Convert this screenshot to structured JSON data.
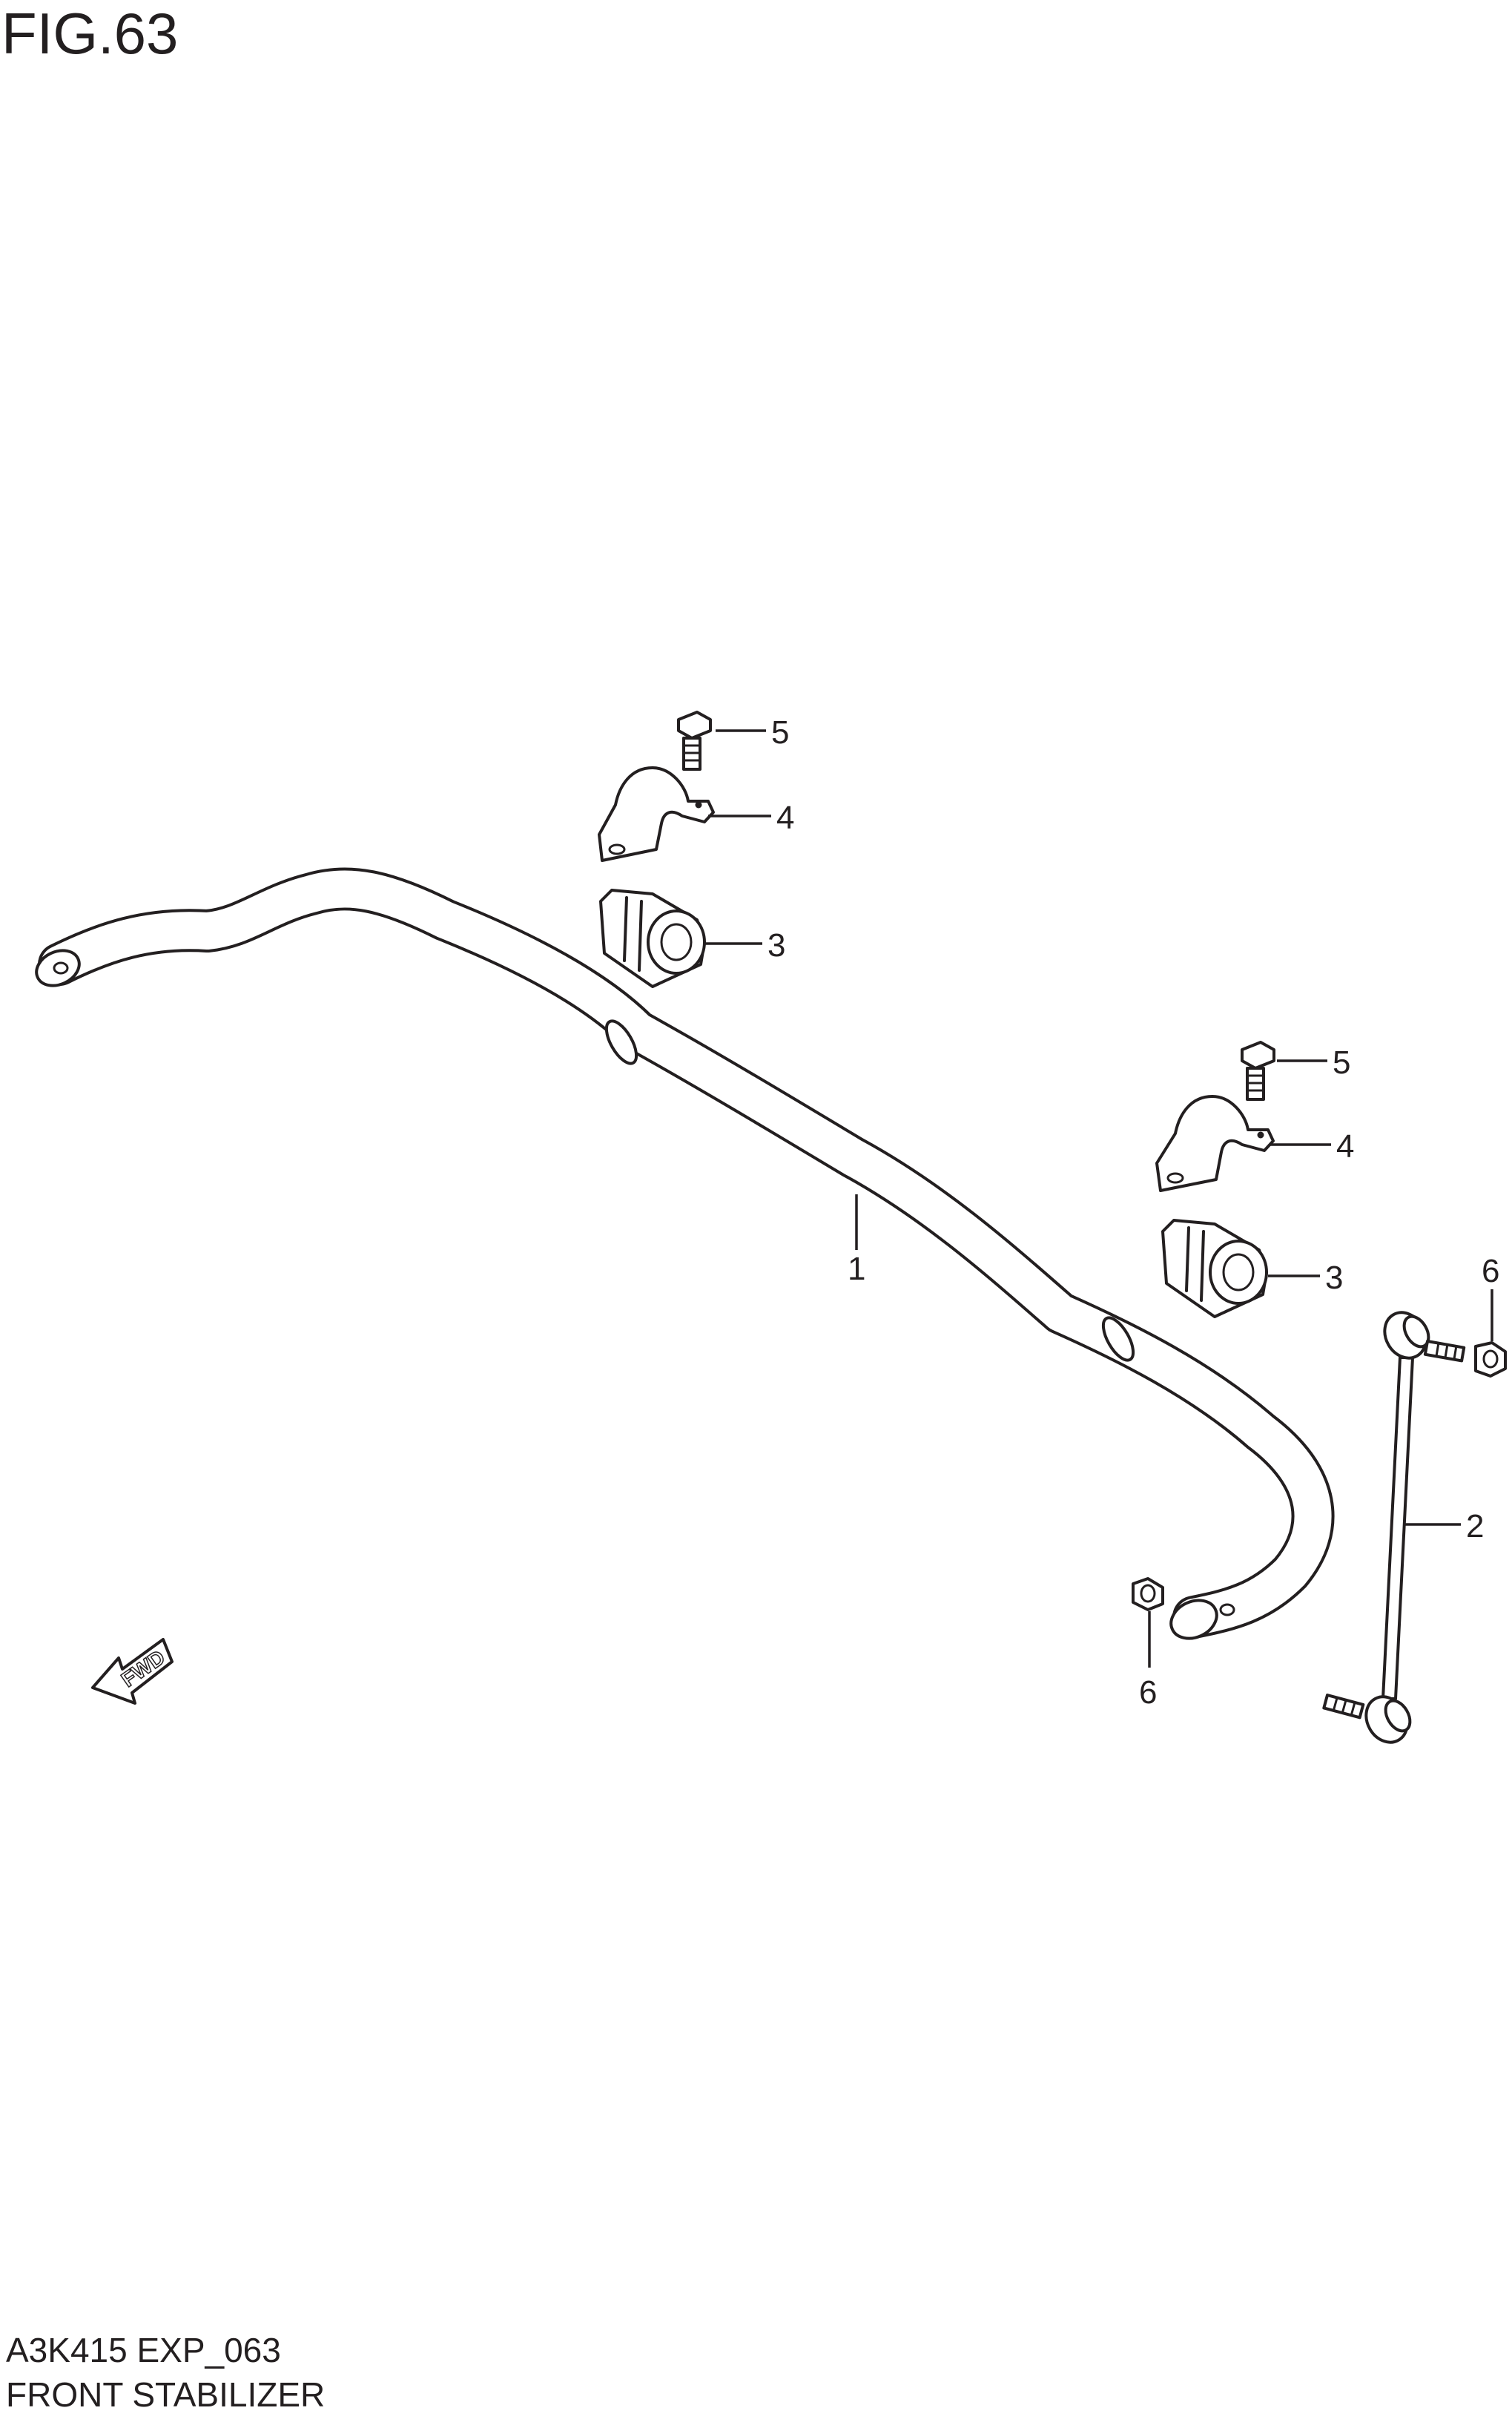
{
  "figure": {
    "title": "FIG.63",
    "code": "A3K415 EXP_063",
    "name": "FRONT STABILIZER"
  },
  "direction_marker": {
    "label": "FWD",
    "icon": "fwd-arrow-icon"
  },
  "callouts": [
    {
      "id": "c1",
      "number": "1",
      "part": "stabilizer bar"
    },
    {
      "id": "c2",
      "number": "2",
      "part": "stabilizer link"
    },
    {
      "id": "c3a",
      "number": "3",
      "part": "bushing (left)"
    },
    {
      "id": "c3b",
      "number": "3",
      "part": "bushing (right)"
    },
    {
      "id": "c4a",
      "number": "4",
      "part": "bracket (left)"
    },
    {
      "id": "c4b",
      "number": "4",
      "part": "bracket (right)"
    },
    {
      "id": "c5a",
      "number": "5",
      "part": "bolt (left)"
    },
    {
      "id": "c5b",
      "number": "5",
      "part": "bolt (right)"
    },
    {
      "id": "c6a",
      "number": "6",
      "part": "nut (upper)"
    },
    {
      "id": "c6b",
      "number": "6",
      "part": "nut (lower)"
    }
  ],
  "colors": {
    "line": "#231f20",
    "background": "#ffffff"
  }
}
